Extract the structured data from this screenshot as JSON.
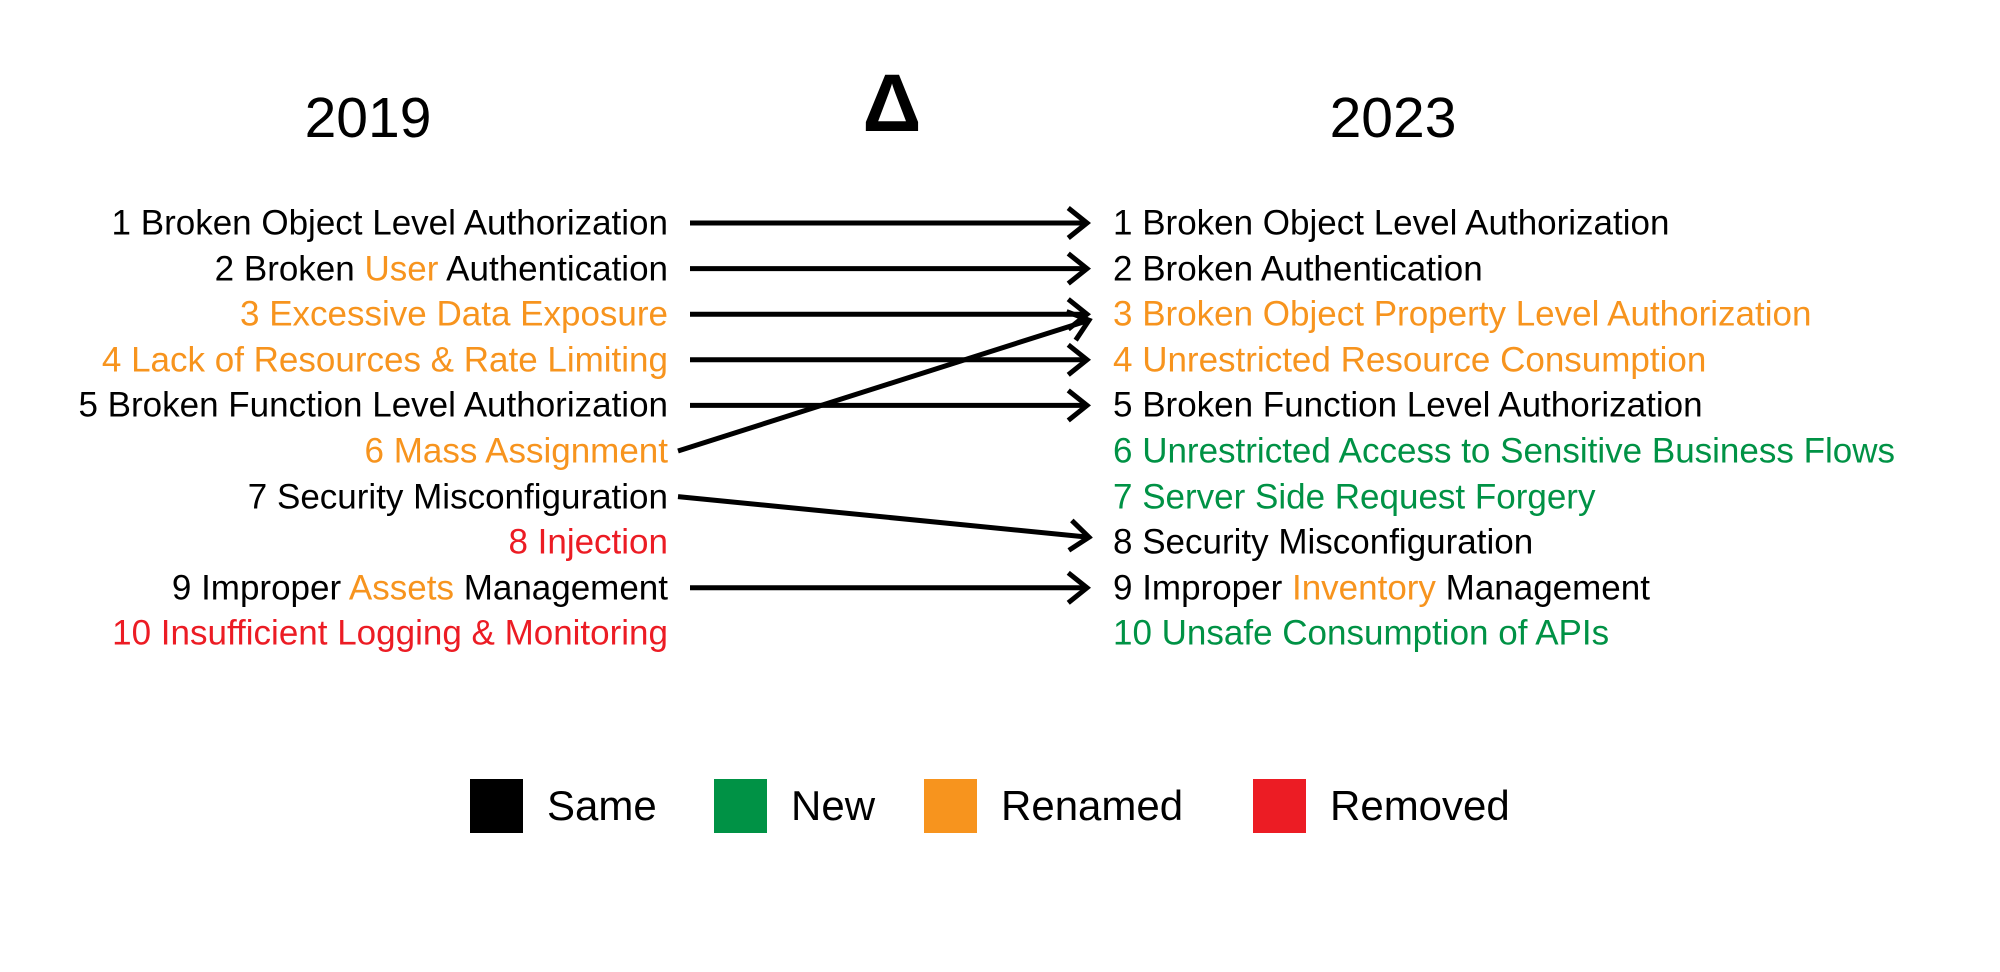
{
  "titles": {
    "left_year": "2019",
    "delta": "Δ",
    "right_year": "2023"
  },
  "status_colors": {
    "same": "#000000",
    "new": "#009245",
    "renamed": "#F7941E",
    "removed": "#EC1C24"
  },
  "columns": {
    "left": {
      "year": "2019",
      "items": [
        {
          "rank": "1",
          "segments": [
            {
              "text": "1 Broken Object Level Authorization",
              "color": "same"
            }
          ]
        },
        {
          "rank": "2",
          "segments": [
            {
              "text": "2 Broken ",
              "color": "same"
            },
            {
              "text": "User",
              "color": "renamed"
            },
            {
              "text": " Authentication",
              "color": "same"
            }
          ]
        },
        {
          "rank": "3",
          "segments": [
            {
              "text": "3 Excessive Data Exposure",
              "color": "renamed"
            }
          ]
        },
        {
          "rank": "4",
          "segments": [
            {
              "text": "4 Lack of Resources & Rate Limiting",
              "color": "renamed"
            }
          ]
        },
        {
          "rank": "5",
          "segments": [
            {
              "text": "5 Broken Function Level Authorization",
              "color": "same"
            }
          ]
        },
        {
          "rank": "6",
          "segments": [
            {
              "text": "6 Mass Assignment",
              "color": "renamed"
            }
          ]
        },
        {
          "rank": "7",
          "segments": [
            {
              "text": "7 Security Misconfiguration",
              "color": "same"
            }
          ]
        },
        {
          "rank": "8",
          "segments": [
            {
              "text": "8 Injection",
              "color": "removed"
            }
          ]
        },
        {
          "rank": "9",
          "segments": [
            {
              "text": "9 Improper ",
              "color": "same"
            },
            {
              "text": "Assets",
              "color": "renamed"
            },
            {
              "text": " Management",
              "color": "same"
            }
          ]
        },
        {
          "rank": "10",
          "segments": [
            {
              "text": "10 Insufficient Logging & Monitoring",
              "color": "removed"
            }
          ]
        }
      ]
    },
    "right": {
      "year": "2023",
      "items": [
        {
          "rank": "1",
          "segments": [
            {
              "text": "1 Broken Object Level Authorization",
              "color": "same"
            }
          ]
        },
        {
          "rank": "2",
          "segments": [
            {
              "text": "2 Broken Authentication",
              "color": "same"
            }
          ]
        },
        {
          "rank": "3",
          "segments": [
            {
              "text": "3 Broken Object Property Level Authorization",
              "color": "renamed"
            }
          ]
        },
        {
          "rank": "4",
          "segments": [
            {
              "text": "4 Unrestricted Resource Consumption",
              "color": "renamed"
            }
          ]
        },
        {
          "rank": "5",
          "segments": [
            {
              "text": "5 Broken Function Level Authorization",
              "color": "same"
            }
          ]
        },
        {
          "rank": "6",
          "segments": [
            {
              "text": "6 Unrestricted Access to Sensitive Business Flows",
              "color": "new"
            }
          ]
        },
        {
          "rank": "7",
          "segments": [
            {
              "text": "7 Server Side Request Forgery",
              "color": "new"
            }
          ]
        },
        {
          "rank": "8",
          "segments": [
            {
              "text": "8 Security Misconfiguration",
              "color": "same"
            }
          ]
        },
        {
          "rank": "9",
          "segments": [
            {
              "text": "9 Improper ",
              "color": "same"
            },
            {
              "text": "Inventory",
              "color": "renamed"
            },
            {
              "text": " Management",
              "color": "same"
            }
          ]
        },
        {
          "rank": "10",
          "segments": [
            {
              "text": "10 Unsafe Consumption of APIs",
              "color": "new"
            }
          ]
        }
      ]
    }
  },
  "arrows": [
    {
      "from": 1,
      "to": 1
    },
    {
      "from": 2,
      "to": 2
    },
    {
      "from": 3,
      "to": 3
    },
    {
      "from": 4,
      "to": 4
    },
    {
      "from": 5,
      "to": 5
    },
    {
      "from": 6,
      "to": 3
    },
    {
      "from": 7,
      "to": 8
    },
    {
      "from": 9,
      "to": 9
    }
  ],
  "legend": [
    {
      "label": "Same",
      "color": "same"
    },
    {
      "label": "New",
      "color": "new"
    },
    {
      "label": "Renamed",
      "color": "renamed"
    },
    {
      "label": "Removed",
      "color": "removed"
    }
  ]
}
